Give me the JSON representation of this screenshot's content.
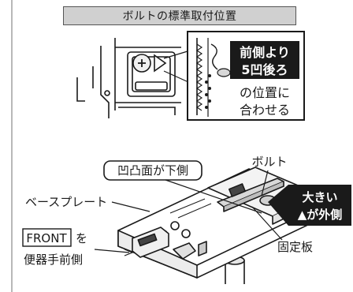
{
  "header": {
    "title": "ボルトの標準取付位置"
  },
  "detail": {
    "callout_line1": "前側より",
    "callout_line2": "5凹後ろ",
    "callout_line3": "の位置に",
    "callout_line4": "合わせる"
  },
  "assembly": {
    "label_face": "凹凸面が下側",
    "label_bolt": "ボルト",
    "label_base_plate": "ベースプレート",
    "label_front_box": "FRONT",
    "label_front_suffix": "を",
    "label_toilet_front": "便器手前側",
    "label_fixing_plate": "固定板",
    "callout_big_line1": "大きい",
    "callout_big_line2": "▲が外側"
  },
  "colors": {
    "ink": "#1a1a1a",
    "band": "#d0d0d0",
    "callout_bg": "#1a1a1a",
    "callout_fg": "#ffffff"
  }
}
